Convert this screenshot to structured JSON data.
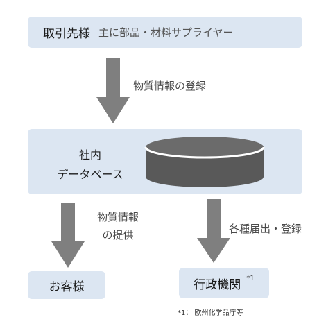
{
  "supplier": {
    "label": "取引先様",
    "sub_label": "主に部品・材料サプライヤー"
  },
  "flow_supply": {
    "label": "物質情報の登録"
  },
  "database": {
    "line1": "社内",
    "line2": "データベース"
  },
  "flow_provide": {
    "line1": "物質情報",
    "line2": "の提供"
  },
  "flow_report": {
    "label": "各種届出・登録"
  },
  "customer": {
    "label": "お客様"
  },
  "government": {
    "label": "行政機関",
    "note_marker": "*1"
  },
  "footnote": {
    "text": "*1： 欧州化学品庁等"
  },
  "colors": {
    "box_fill": "#dce6f2",
    "arrow_fill": "#7f7f7f",
    "cylinder_fill": "#595959",
    "cylinder_top": "#6b6b6b"
  }
}
